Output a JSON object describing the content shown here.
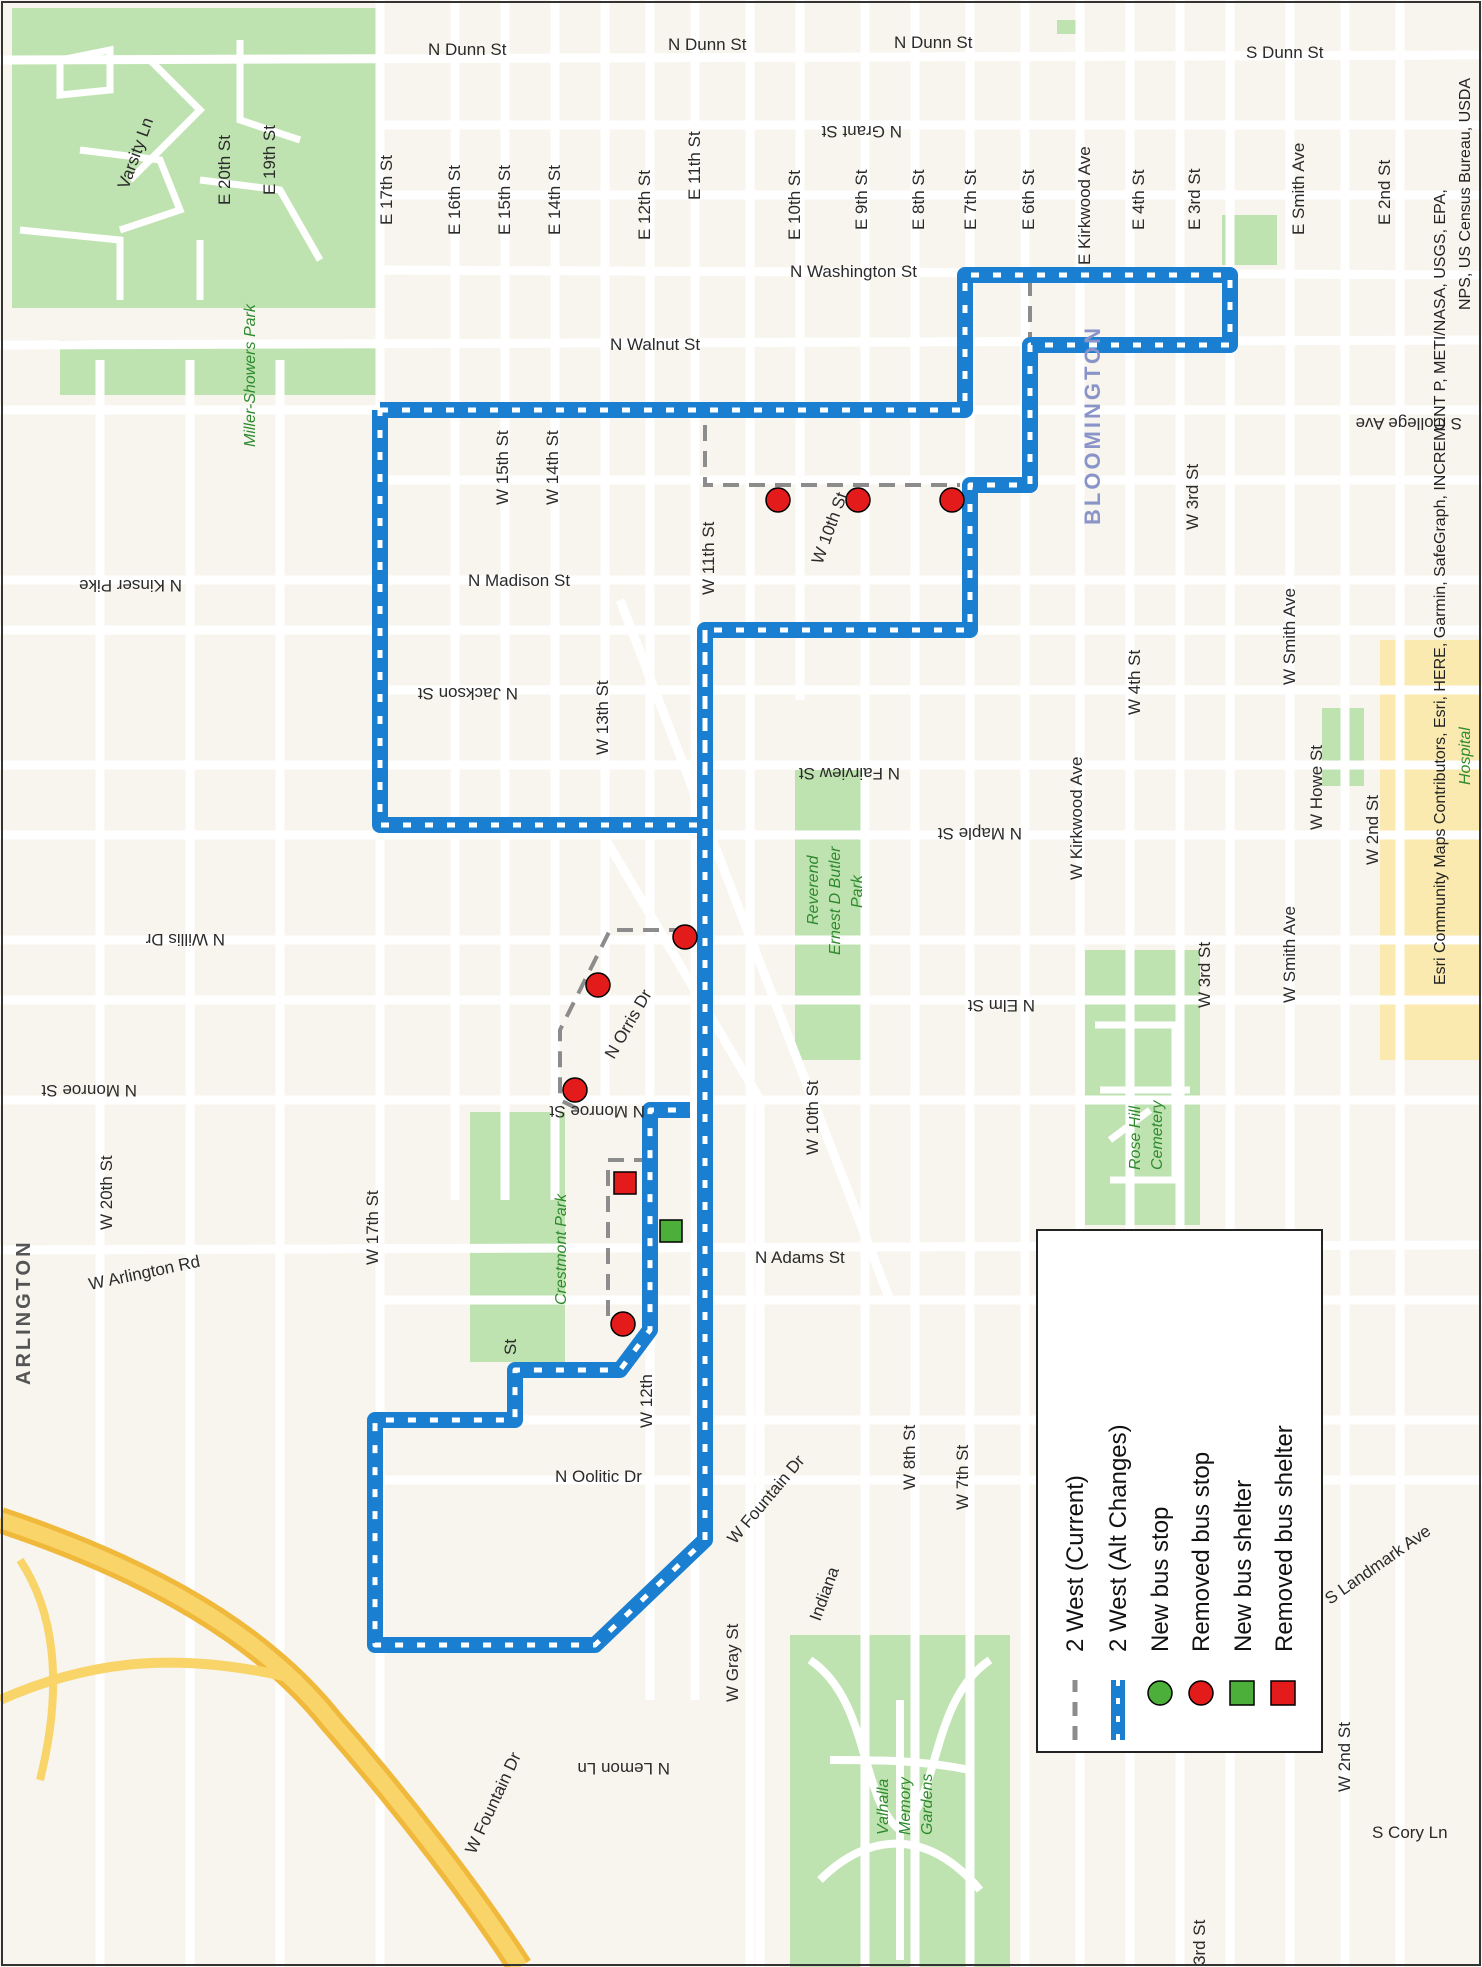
{
  "map": {
    "area_labels": {
      "city_bloomington": "BLOOMINGTON",
      "city_arlington": "ARLINGTON"
    },
    "parks": {
      "miller_showers": "Miller-Showers Park",
      "crestmont": "Crestmont Park",
      "butler": "Reverend Ernest D Butler Park",
      "butler_l1": "Reverend",
      "butler_l2": "Ernest D Butler",
      "butler_l3": "Park",
      "rose_hill": "Rose Hill Cemetery",
      "rose_hill_l1": "Rose Hill",
      "rose_hill_l2": "Cemetery",
      "valhalla": "Valhalla Memory Gardens",
      "valhalla_l1": "Valhalla",
      "valhalla_l2": "Memory",
      "valhalla_l3": "Gardens",
      "hospital": "Hospital"
    },
    "streets": {
      "n_dunn_1": "N Dunn St",
      "n_dunn_2": "N Dunn St",
      "n_dunn_3": "N Dunn St",
      "s_dunn": "S Dunn St",
      "varsity": "Varsity Ln",
      "e20": "E 20th St",
      "e19": "E 19th St",
      "e17": "E 17th St",
      "e16": "E 16th St",
      "e15": "E 15th St",
      "e14": "E 14th St",
      "e12": "E 12th St",
      "e11": "E 11th St",
      "n_grant": "N Grant St",
      "e10": "E 10th St",
      "e9": "E 9th St",
      "e8": "E 8th St",
      "e7": "E 7th St",
      "e6": "E 6th St",
      "e_kirkwood": "E Kirkwood Ave",
      "e4": "E 4th St",
      "e3": "E 3rd St",
      "e_smith": "E Smith Ave",
      "e2": "E 2nd St",
      "n_washington": "N Washington St",
      "n_walnut": "N Walnut St",
      "s_college": "S College Ave",
      "w15": "W 15th St",
      "w14": "W 14th St",
      "w11": "W 11th St",
      "w10_top": "W 10th St",
      "w3_top": "W 3rd St",
      "n_kinser": "N Kinser Pike",
      "n_madison": "N Madison St",
      "w_smith_1": "W Smith Ave",
      "w4": "W 4th St",
      "n_jackson": "N Jackson St",
      "w13": "W 13th St",
      "n_fairview": "N Fairview St",
      "w_howe": "W Howe St",
      "w2_mid": "W 2nd St",
      "n_maple": "N Maple St",
      "w_kirkwood": "W Kirkwood Ave",
      "n_willis": "N Willis Dr",
      "n_orris": "N Orris Dr",
      "n_elm": "N Elm St",
      "w3_mid": "W 3rd St",
      "w_smith_2": "W Smith Ave",
      "n_monroe_1": "N Monroe St",
      "n_monroe_2": "N Monroe St",
      "w10_mid": "W 10th St",
      "w20": "W 20th St",
      "w17": "W 17th St",
      "w_arlington": "W Arlington Rd",
      "n_adams": "N Adams St",
      "st_frag": "St",
      "w12": "W 12th",
      "n_oolitic": "N Oolitic Dr",
      "w8": "W 8th St",
      "w7": "W 7th St",
      "w_fountain_1": "W Fountain Dr",
      "w_gray": "W Gray St",
      "indiana": "Indiana",
      "n_lemon": "N Lemon Ln",
      "w_fountain_2": "W Fountain Dr",
      "s_landmark": "S Landmark Ave",
      "w2_bot": "W 2nd St",
      "s_cory": "S Cory Ln",
      "w3_bot": "3rd St"
    },
    "attribution_line1": "Esri Community Maps Contributors, Esri, HERE, Garmin, SafeGraph, INCREMENT P, METI/NASA, USGS, EPA,",
    "attribution_line2": "NPS, US Census Bureau, USDA"
  },
  "legend": {
    "items": [
      {
        "label": "2 West (Current)",
        "symbol": "dashed-gray-line"
      },
      {
        "label": "2 West (Alt Changes)",
        "symbol": "blue-chevron-line"
      },
      {
        "label": "New bus stop",
        "symbol": "green-circle"
      },
      {
        "label": "Removed bus stop",
        "symbol": "red-circle"
      },
      {
        "label": "New bus shelter",
        "symbol": "green-square"
      },
      {
        "label": "Removed bus shelter",
        "symbol": "red-square"
      }
    ]
  },
  "colors": {
    "route_alt": "#1a7fd1",
    "route_current": "#8c8c8c",
    "removed": "#e31b1b",
    "new": "#4caf3a",
    "park": "#bfe3b0",
    "background": "#f7f5ee",
    "highway": "#f4c542",
    "hospital": "#fbeab0"
  }
}
